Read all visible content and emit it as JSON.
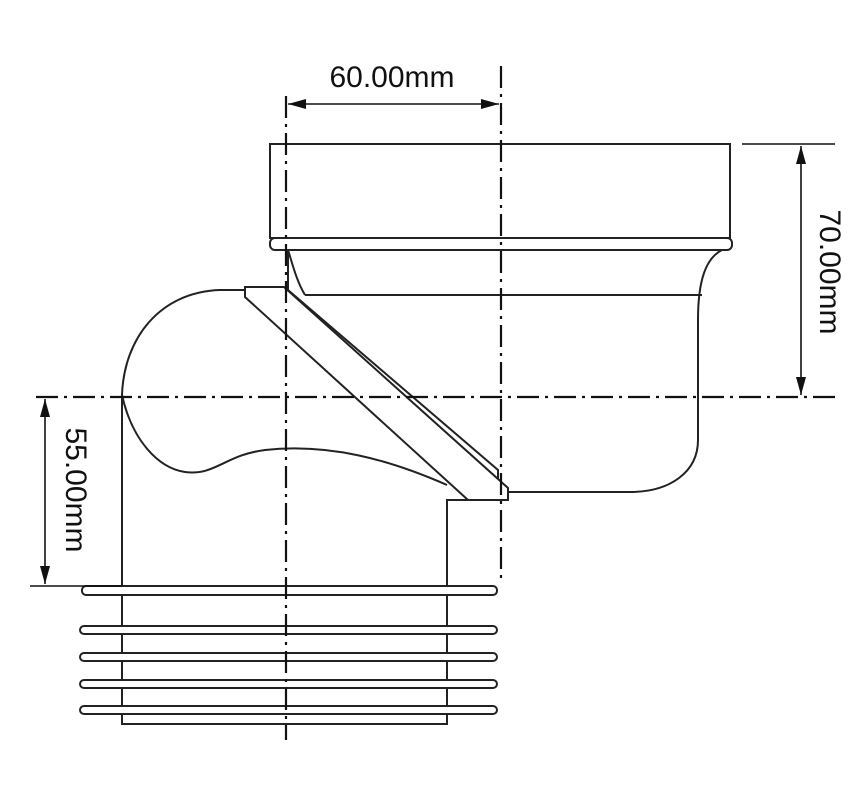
{
  "dimensions": {
    "horizontal_offset": "60.00mm",
    "upper_height": "70.00mm",
    "lower_height": "55.00mm"
  },
  "colors": {
    "line": "#222222",
    "background": "#ffffff"
  }
}
